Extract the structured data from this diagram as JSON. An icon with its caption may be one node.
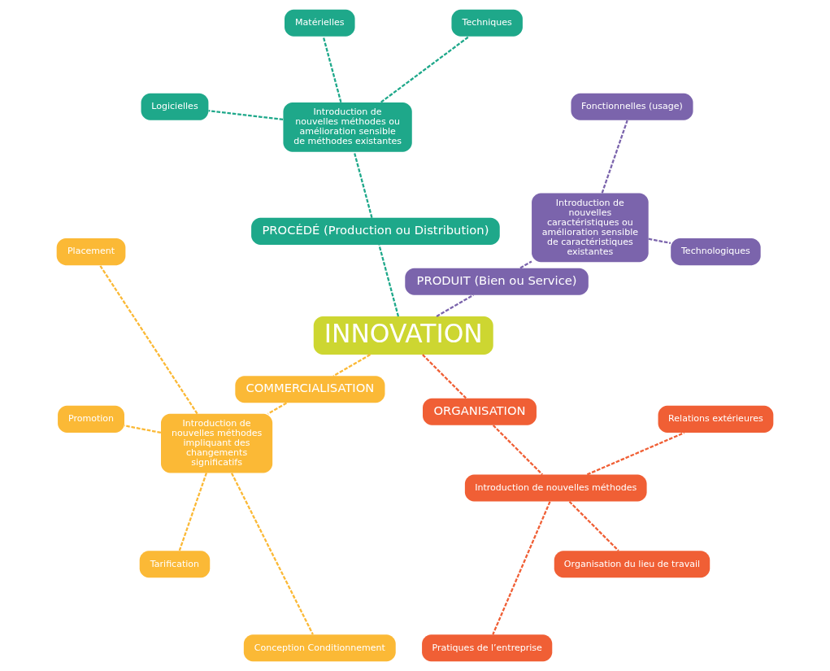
{
  "diagram": {
    "nodes": [
      {
        "text": [
          "INNOVATION"
        ]
      },
      {
        "text": [
          "PRODUIT (Bien ou Service)"
        ]
      },
      {
        "text": [
          "Introduction de nouvelles caractéristiques ou amélioration sensible de caractéristiques existantes"
        ]
      },
      {
        "text": [
          "Technologiques"
        ]
      },
      {
        "text": [
          "Fonctionnelles (usage)"
        ]
      },
      {
        "text": [
          "PROCÉDÉ (Production ou Distribution)"
        ]
      },
      {
        "text": [
          "Introduction de nouvelles méthodes ou amélioration sensible de méthodes existantes"
        ]
      },
      {
        "text": [
          "Techniques"
        ]
      },
      {
        "text": [
          "Matérielles"
        ]
      },
      {
        "text": [
          "Logicielles"
        ]
      },
      {
        "text": [
          "COMMERCIALISATION"
        ]
      },
      {
        "text": [
          "Introduction de nouvelles méthodes impliquant des changements significatifs"
        ]
      },
      {
        "text": [
          "Placement"
        ]
      },
      {
        "text": [
          "Promotion"
        ]
      },
      {
        "text": [
          "Tarification"
        ]
      },
      {
        "text": [
          "Conception Conditionnement"
        ]
      },
      {
        "text": [
          "ORGANISATION"
        ]
      },
      {
        "text": [
          "Introduction de nouvelles méthodes"
        ]
      },
      {
        "text": [
          "Pratiques de l’entreprise"
        ]
      },
      {
        "text": [
          "Organisation du lieu de travail"
        ]
      },
      {
        "text": [
          "Relations extérieures"
        ]
      }
    ],
    "edges": [
      {
        "from": 0,
        "to": 1,
        "arrow": "none",
        "style": "dashed",
        "color": "#7b64ac"
      },
      {
        "from": 1,
        "to": 2,
        "arrow": "none",
        "style": "dashed",
        "color": "#7b64ac"
      },
      {
        "from": 2,
        "to": 3,
        "arrow": "none",
        "style": "dashed",
        "color": "#7b64ac"
      },
      {
        "from": 2,
        "to": 4,
        "arrow": "none",
        "style": "dashed",
        "color": "#7b64ac"
      },
      {
        "from": 0,
        "to": 5,
        "arrow": "none",
        "style": "dashed",
        "color": "#1ea88a"
      },
      {
        "from": 5,
        "to": 6,
        "arrow": "none",
        "style": "dashed",
        "color": "#1ea88a"
      },
      {
        "from": 6,
        "to": 7,
        "arrow": "none",
        "style": "dashed",
        "color": "#1ea88a"
      },
      {
        "from": 6,
        "to": 8,
        "arrow": "none",
        "style": "dashed",
        "color": "#1ea88a"
      },
      {
        "from": 6,
        "to": 9,
        "arrow": "none",
        "style": "dashed",
        "color": "#1ea88a"
      },
      {
        "from": 0,
        "to": 10,
        "arrow": "none",
        "style": "dashed",
        "color": "#fbb936"
      },
      {
        "from": 10,
        "to": 11,
        "arrow": "none",
        "style": "dashed",
        "color": "#fbb936"
      },
      {
        "from": 11,
        "to": 12,
        "arrow": "none",
        "style": "dashed",
        "color": "#fbb936"
      },
      {
        "from": 11,
        "to": 13,
        "arrow": "none",
        "style": "dashed",
        "color": "#fbb936"
      },
      {
        "from": 11,
        "to": 14,
        "arrow": "none",
        "style": "dashed",
        "color": "#fbb936"
      },
      {
        "from": 11,
        "to": 15,
        "arrow": "none",
        "style": "dashed",
        "color": "#fbb936"
      },
      {
        "from": 0,
        "to": 16,
        "arrow": "none",
        "style": "dashed",
        "color": "#f05f35"
      },
      {
        "from": 16,
        "to": 17,
        "arrow": "none",
        "style": "dashed",
        "color": "#f05f35"
      },
      {
        "from": 17,
        "to": 18,
        "arrow": "none",
        "style": "dashed",
        "color": "#f05f35"
      },
      {
        "from": 17,
        "to": 19,
        "arrow": "none",
        "style": "dashed",
        "color": "#f05f35"
      },
      {
        "from": 17,
        "to": 20,
        "arrow": "none",
        "style": "dashed",
        "color": "#f05f35"
      }
    ]
  }
}
